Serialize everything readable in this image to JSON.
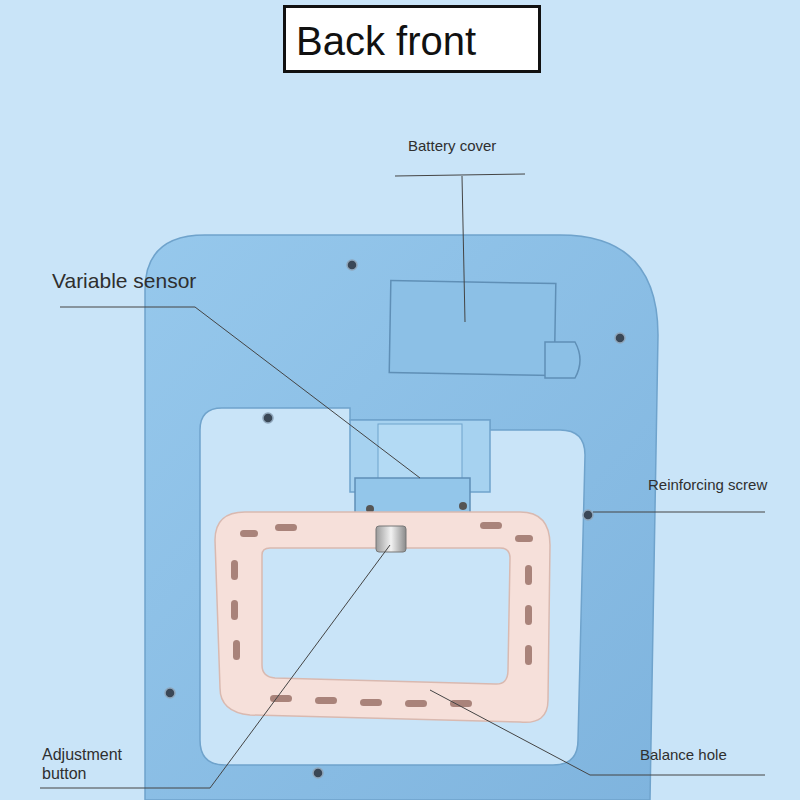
{
  "diagram": {
    "title": "Back front",
    "labels": [
      "Battery cover",
      "Variable sensor",
      "Reinforcing screw",
      "Adjustment button",
      "Balance hole"
    ]
  }
}
